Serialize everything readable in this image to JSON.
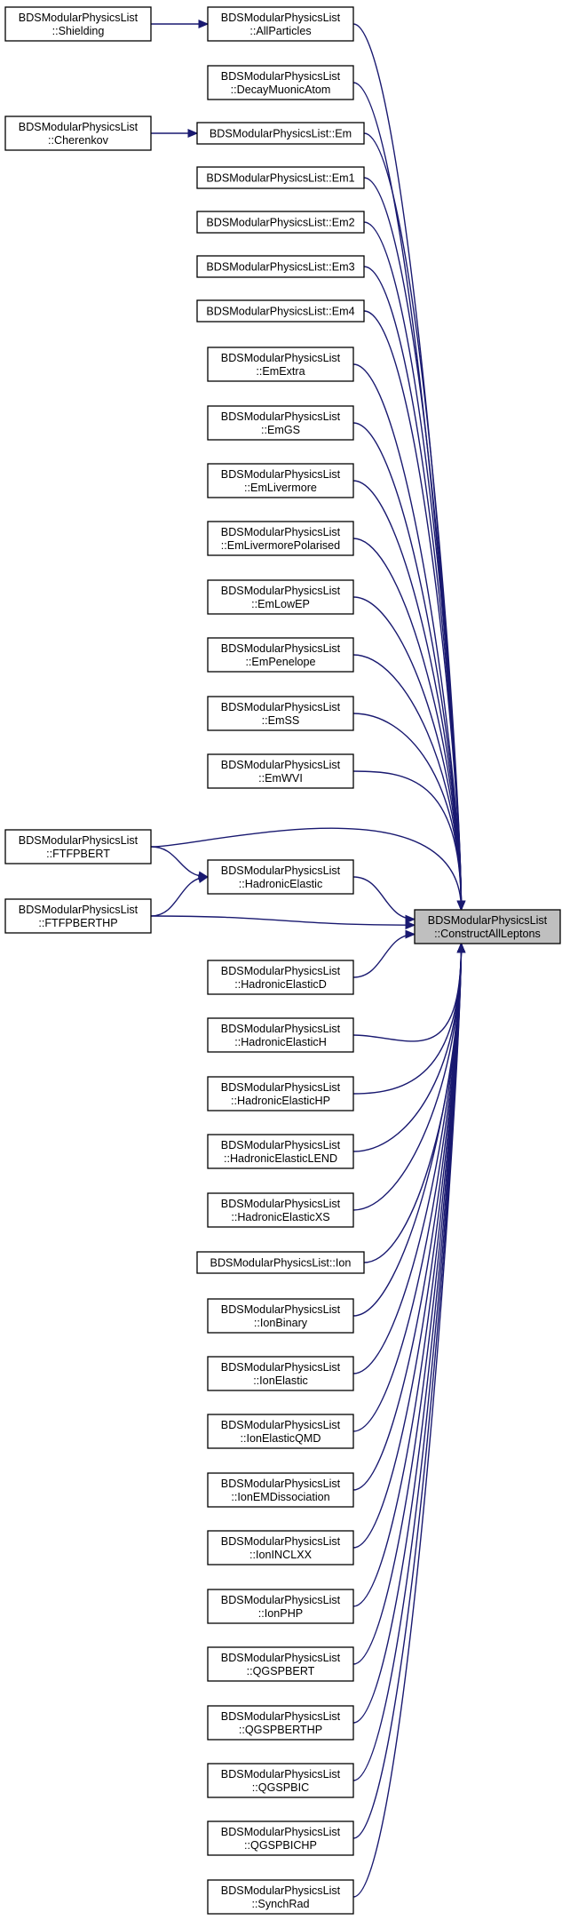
{
  "diagram": {
    "type": "call-graph",
    "colors": {
      "edge": "#191970",
      "node_fill": "#ffffff",
      "target_fill": "#bfbfbf",
      "border": "#000000"
    },
    "nodes": [
      {
        "id": "shielding",
        "lines": [
          "BDSModularPhysicsList",
          "::Shielding"
        ]
      },
      {
        "id": "allparticles",
        "lines": [
          "BDSModularPhysicsList",
          "::AllParticles"
        ]
      },
      {
        "id": "decaymuonicatom",
        "lines": [
          "BDSModularPhysicsList",
          "::DecayMuonicAtom"
        ]
      },
      {
        "id": "cherenkov",
        "lines": [
          "BDSModularPhysicsList",
          "::Cherenkov"
        ]
      },
      {
        "id": "em",
        "lines": [
          "BDSModularPhysicsList::Em"
        ]
      },
      {
        "id": "em1",
        "lines": [
          "BDSModularPhysicsList::Em1"
        ]
      },
      {
        "id": "em2",
        "lines": [
          "BDSModularPhysicsList::Em2"
        ]
      },
      {
        "id": "em3",
        "lines": [
          "BDSModularPhysicsList::Em3"
        ]
      },
      {
        "id": "em4",
        "lines": [
          "BDSModularPhysicsList::Em4"
        ]
      },
      {
        "id": "emextra",
        "lines": [
          "BDSModularPhysicsList",
          "::EmExtra"
        ]
      },
      {
        "id": "emgs",
        "lines": [
          "BDSModularPhysicsList",
          "::EmGS"
        ]
      },
      {
        "id": "emlivermore",
        "lines": [
          "BDSModularPhysicsList",
          "::EmLivermore"
        ]
      },
      {
        "id": "emlivermorepolarised",
        "lines": [
          "BDSModularPhysicsList",
          "::EmLivermorePolarised"
        ]
      },
      {
        "id": "emlowep",
        "lines": [
          "BDSModularPhysicsList",
          "::EmLowEP"
        ]
      },
      {
        "id": "empenelope",
        "lines": [
          "BDSModularPhysicsList",
          "::EmPenelope"
        ]
      },
      {
        "id": "emss",
        "lines": [
          "BDSModularPhysicsList",
          "::EmSS"
        ]
      },
      {
        "id": "emwvi",
        "lines": [
          "BDSModularPhysicsList",
          "::EmWVI"
        ]
      },
      {
        "id": "ftfpbert",
        "lines": [
          "BDSModularPhysicsList",
          "::FTFPBERT"
        ]
      },
      {
        "id": "hadronicelastic",
        "lines": [
          "BDSModularPhysicsList",
          "::HadronicElastic"
        ]
      },
      {
        "id": "ftfpberthp",
        "lines": [
          "BDSModularPhysicsList",
          "::FTFPBERTHP"
        ]
      },
      {
        "id": "constructallleptons",
        "lines": [
          "BDSModularPhysicsList",
          "::ConstructAllLeptons"
        ],
        "target": true
      },
      {
        "id": "hadronicelasticd",
        "lines": [
          "BDSModularPhysicsList",
          "::HadronicElasticD"
        ]
      },
      {
        "id": "hadronicelastich",
        "lines": [
          "BDSModularPhysicsList",
          "::HadronicElasticH"
        ]
      },
      {
        "id": "hadronicelastichp",
        "lines": [
          "BDSModularPhysicsList",
          "::HadronicElasticHP"
        ]
      },
      {
        "id": "hadronicelasticlend",
        "lines": [
          "BDSModularPhysicsList",
          "::HadronicElasticLEND"
        ]
      },
      {
        "id": "hadronicelasticxs",
        "lines": [
          "BDSModularPhysicsList",
          "::HadronicElasticXS"
        ]
      },
      {
        "id": "ion",
        "lines": [
          "BDSModularPhysicsList::Ion"
        ]
      },
      {
        "id": "ionbinary",
        "lines": [
          "BDSModularPhysicsList",
          "::IonBinary"
        ]
      },
      {
        "id": "ionelastic",
        "lines": [
          "BDSModularPhysicsList",
          "::IonElastic"
        ]
      },
      {
        "id": "ionelasticqmd",
        "lines": [
          "BDSModularPhysicsList",
          "::IonElasticQMD"
        ]
      },
      {
        "id": "ionemdissociation",
        "lines": [
          "BDSModularPhysicsList",
          "::IonEMDissociation"
        ]
      },
      {
        "id": "ioninclxx",
        "lines": [
          "BDSModularPhysicsList",
          "::IonINCLXX"
        ]
      },
      {
        "id": "ionphp",
        "lines": [
          "BDSModularPhysicsList",
          "::IonPHP"
        ]
      },
      {
        "id": "qgspbert",
        "lines": [
          "BDSModularPhysicsList",
          "::QGSPBERT"
        ]
      },
      {
        "id": "qgspberthp",
        "lines": [
          "BDSModularPhysicsList",
          "::QGSPBERTHP"
        ]
      },
      {
        "id": "qgspbic",
        "lines": [
          "BDSModularPhysicsList",
          "::QGSPBIC"
        ]
      },
      {
        "id": "qgspbichp",
        "lines": [
          "BDSModularPhysicsList",
          "::QGSPBICHP"
        ]
      },
      {
        "id": "synchrad",
        "lines": [
          "BDSModularPhysicsList",
          "::SynchRad"
        ]
      }
    ],
    "edges": [
      {
        "from": "shielding",
        "to": "allparticles"
      },
      {
        "from": "cherenkov",
        "to": "em"
      },
      {
        "from": "allparticles",
        "to": "constructallleptons"
      },
      {
        "from": "decaymuonicatom",
        "to": "constructallleptons"
      },
      {
        "from": "em",
        "to": "constructallleptons"
      },
      {
        "from": "em1",
        "to": "constructallleptons"
      },
      {
        "from": "em2",
        "to": "constructallleptons"
      },
      {
        "from": "em3",
        "to": "constructallleptons"
      },
      {
        "from": "em4",
        "to": "constructallleptons"
      },
      {
        "from": "emextra",
        "to": "constructallleptons"
      },
      {
        "from": "emgs",
        "to": "constructallleptons"
      },
      {
        "from": "emlivermore",
        "to": "constructallleptons"
      },
      {
        "from": "emlivermorepolarised",
        "to": "constructallleptons"
      },
      {
        "from": "emlowep",
        "to": "constructallleptons"
      },
      {
        "from": "empenelope",
        "to": "constructallleptons"
      },
      {
        "from": "emss",
        "to": "constructallleptons"
      },
      {
        "from": "emwvi",
        "to": "constructallleptons"
      },
      {
        "from": "ftfpbert",
        "to": "constructallleptons"
      },
      {
        "from": "ftfpbert",
        "to": "hadronicelastic"
      },
      {
        "from": "ftfpberthp",
        "to": "hadronicelastic"
      },
      {
        "from": "hadronicelastic",
        "to": "constructallleptons"
      },
      {
        "from": "ftfpberthp",
        "to": "constructallleptons"
      },
      {
        "from": "hadronicelasticd",
        "to": "constructallleptons"
      },
      {
        "from": "hadronicelastich",
        "to": "constructallleptons"
      },
      {
        "from": "hadronicelastichp",
        "to": "constructallleptons"
      },
      {
        "from": "hadronicelasticlend",
        "to": "constructallleptons"
      },
      {
        "from": "hadronicelasticxs",
        "to": "constructallleptons"
      },
      {
        "from": "ion",
        "to": "constructallleptons"
      },
      {
        "from": "ionbinary",
        "to": "constructallleptons"
      },
      {
        "from": "ionelastic",
        "to": "constructallleptons"
      },
      {
        "from": "ionelasticqmd",
        "to": "constructallleptons"
      },
      {
        "from": "ionemdissociation",
        "to": "constructallleptons"
      },
      {
        "from": "ioninclxx",
        "to": "constructallleptons"
      },
      {
        "from": "ionphp",
        "to": "constructallleptons"
      },
      {
        "from": "qgspbert",
        "to": "constructallleptons"
      },
      {
        "from": "qgspberthp",
        "to": "constructallleptons"
      },
      {
        "from": "qgspbic",
        "to": "constructallleptons"
      },
      {
        "from": "qgspbichp",
        "to": "constructallleptons"
      },
      {
        "from": "synchrad",
        "to": "constructallleptons"
      }
    ]
  }
}
